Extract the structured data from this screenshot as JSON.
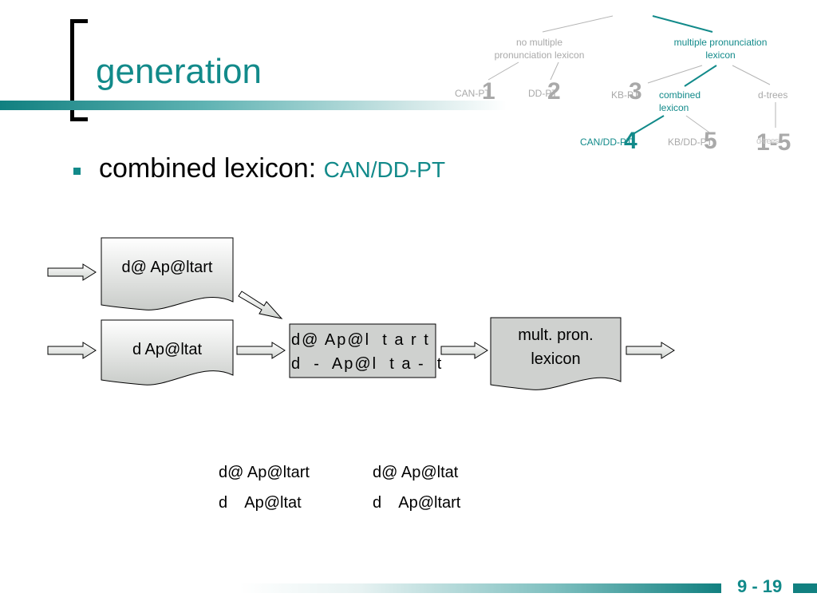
{
  "slide": {
    "title": "generation",
    "bullet": {
      "text": "combined lexicon: ",
      "accent": "CAN/DD-PT"
    },
    "page_number": "9 - 19"
  },
  "tree": {
    "nodes": {
      "no_multiple": "no multiple\npronunciation lexicon",
      "multiple": "multiple pronunciation\nlexicon",
      "can_pt": "CAN-PT",
      "dd_pt": "DD-PT",
      "kb_pt": "KB-PT",
      "combined": "combined\nlexicon",
      "d_trees": "d-trees",
      "can_dd_pt": "CAN/DD-PT",
      "kb_dd_pt": "KB/DD-PT",
      "d_trees_leaf": "d-trees"
    },
    "numbers": {
      "n1": "1",
      "n2": "2",
      "n3": "3",
      "n4": "4",
      "n5": "5",
      "n15": "1-5"
    },
    "active_color": "#128a8a",
    "inactive_color": "#a9a9a9"
  },
  "flow": {
    "input_top": "d@ Ap@ltart",
    "input_bottom": "d Ap@ltat",
    "alignment_row1": "d@ Ap@l  t a r t",
    "alignment_row2": "d  -  Ap@l  t a -  t",
    "output": "mult. pron.\nlexicon"
  },
  "sequences": {
    "col1": [
      "d@ Ap@ltart",
      "d    Ap@ltat"
    ],
    "col2": [
      "d@ Ap@ltat",
      "d    Ap@ltart"
    ]
  }
}
